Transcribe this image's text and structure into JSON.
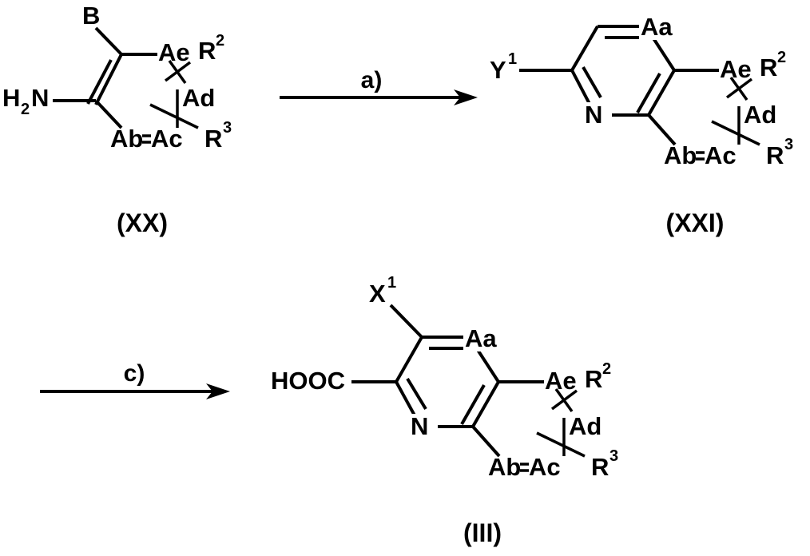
{
  "document": {
    "type": "chemical-reaction-scheme",
    "background_color": "#ffffff",
    "line_color": "#000000"
  },
  "structures": [
    {
      "id": "XX",
      "label": "(XX)",
      "atoms": {
        "b": "B",
        "h2n_h": "H",
        "h2n_sub": "2",
        "h2n_n": "N",
        "ae": "Ae",
        "ad": "Ad",
        "ab": "Ab",
        "ac": "Ac",
        "r2": "R",
        "r2_sup": "2",
        "r3": "R",
        "r3_sup": "3"
      }
    },
    {
      "id": "XXI",
      "label": "(XXI)",
      "atoms": {
        "y1": "Y",
        "y1_sup": "1",
        "aa": "Aa",
        "n": "N",
        "ae": "Ae",
        "ad": "Ad",
        "ab": "Ab",
        "ac": "Ac",
        "r2": "R",
        "r2_sup": "2",
        "r3": "R",
        "r3_sup": "3"
      }
    },
    {
      "id": "III",
      "label": "(III)",
      "atoms": {
        "x1": "X",
        "x1_sup": "1",
        "hooc": "HOOC",
        "aa": "Aa",
        "n": "N",
        "ae": "Ae",
        "ad": "Ad",
        "ab": "Ab",
        "ac": "Ac",
        "r2": "R",
        "r2_sup": "2",
        "r3": "R",
        "r3_sup": "3"
      }
    }
  ],
  "arrows": [
    {
      "id": "arrow-a",
      "condition": "a)"
    },
    {
      "id": "arrow-c",
      "condition": "c)"
    }
  ]
}
